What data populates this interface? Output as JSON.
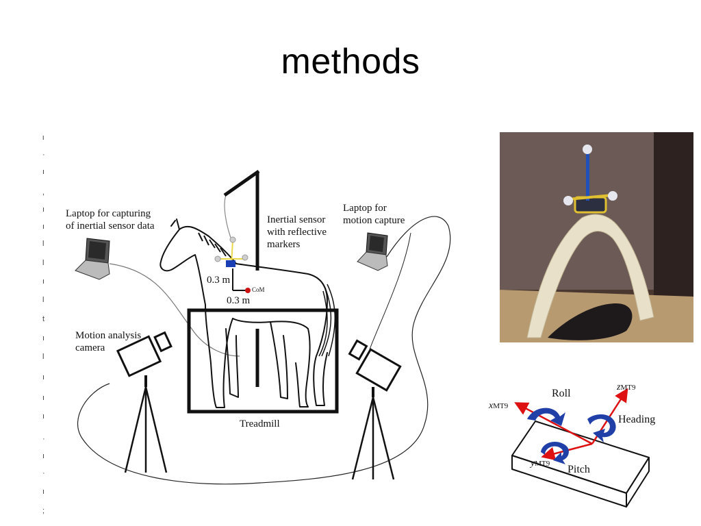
{
  "slide": {
    "title": "methods"
  },
  "setup_diagram": {
    "laptop_left_label": [
      "Laptop for capturing",
      "of inertial sensor data"
    ],
    "inertial_sensor_label": [
      "Inertial sensor",
      "with reflective",
      "markers"
    ],
    "laptop_right_label": [
      "Laptop for",
      "motion capture"
    ],
    "motion_camera_label": [
      "Motion analysis",
      "camera"
    ],
    "dim_vertical": "0.3 m",
    "dim_horizontal": "0.3 m",
    "com_label": "CoM",
    "treadmill_label": "Treadmill",
    "colors": {
      "com_dot": "#cc1111",
      "sensor": "#1a3fb5"
    }
  },
  "axes_diagram": {
    "roll_label": "Roll",
    "heading_label": "Heading",
    "pitch_label": "Pitch",
    "x_axis": {
      "name": "x",
      "sub": "MT9"
    },
    "y_axis": {
      "name": "y",
      "sub": "MT9"
    },
    "z_axis": {
      "name": "z",
      "sub": "MT9"
    },
    "colors": {
      "axis_arrow": "#dd1111",
      "rotation_arrow": "#2040a8"
    }
  },
  "photo": {
    "description_icon": "sensor-on-withers-photo"
  }
}
